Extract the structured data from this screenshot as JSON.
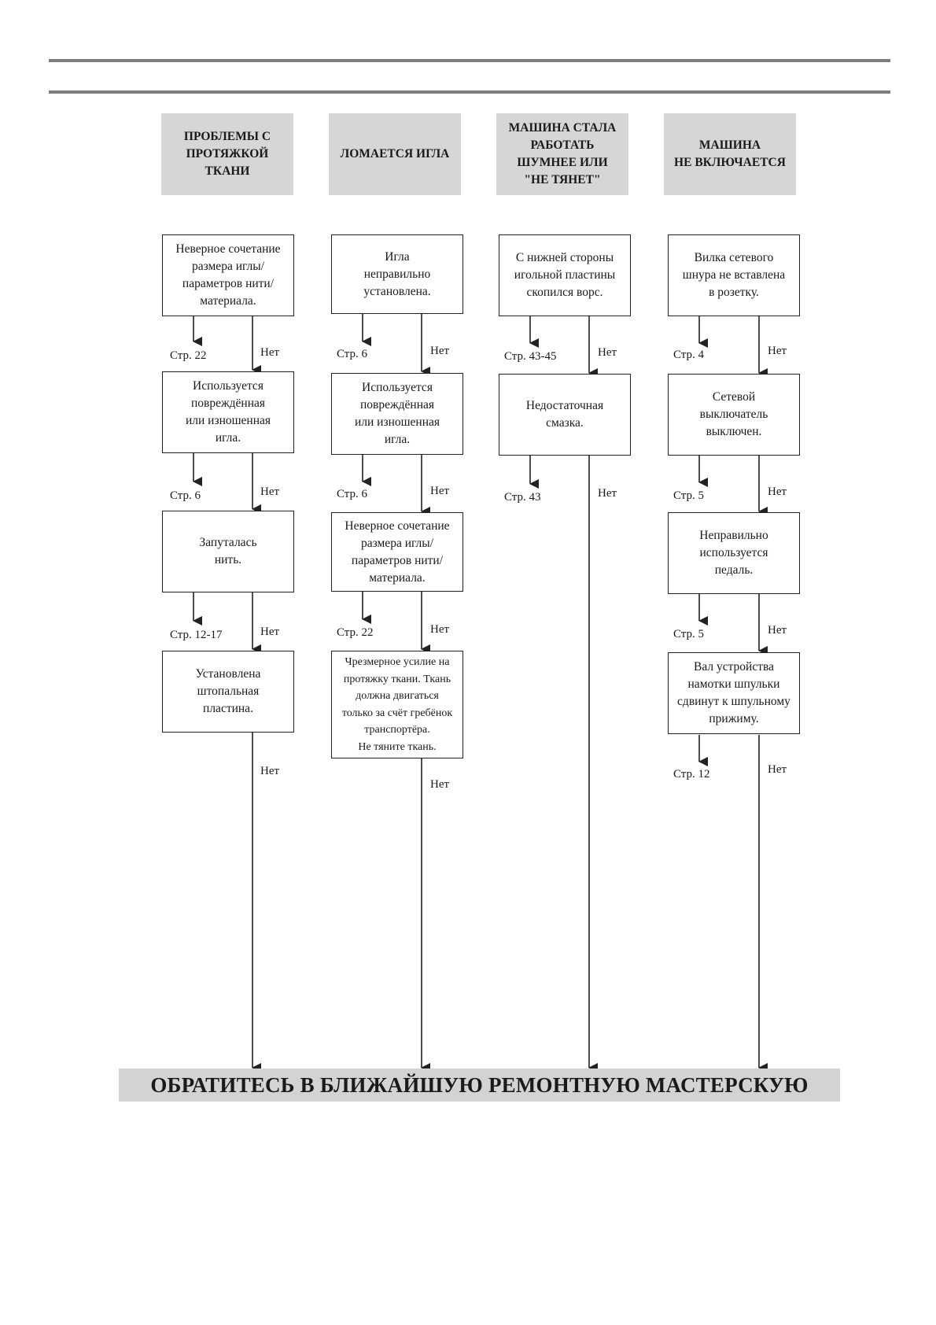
{
  "columns": [
    {
      "header": "ПРОБЛЕМЫ С\nПРОТЯЖКОЙ\nТКАНИ",
      "steps": [
        {
          "text": "Неверное сочетание\nразмера иглы/\nпараметров нити/\nматериала.",
          "page": "Стр. 22",
          "no": "Нет"
        },
        {
          "text": "Используется\nповреждённая\nили изношенная\nигла.",
          "page": "Стр. 6",
          "no": "Нет"
        },
        {
          "text": "Запуталась\nнить.",
          "page": "Стр. 12-17",
          "no": "Нет"
        },
        {
          "text": "Установлена\nштопальная\nпластина.",
          "page": "",
          "no": "Нет"
        }
      ]
    },
    {
      "header": "ЛОМАЕТСЯ ИГЛА",
      "steps": [
        {
          "text": "Игла\nнеправильно\nустановлена.",
          "page": "Стр. 6",
          "no": "Нет"
        },
        {
          "text": "Используется\nповреждённая\nили изношенная\nигла.",
          "page": "Стр. 6",
          "no": "Нет"
        },
        {
          "text": "Неверное сочетание\nразмера иглы/\nпараметров нити/\nматериала.",
          "page": "Стр. 22",
          "no": "Нет"
        },
        {
          "text": "Чрезмерное усилие на\nпротяжку ткани. Ткань\nдолжна двигаться\nтолько за счёт гребёнок\nтранспортёра.\nНе тяните ткань.",
          "page": "",
          "no": "Нет"
        }
      ]
    },
    {
      "header": "МАШИНА СТАЛА\nРАБОТАТЬ\nШУМНЕЕ ИЛИ\n\"НЕ ТЯНЕТ\"",
      "steps": [
        {
          "text": "С нижней стороны\nигольной пластины\nскопился ворс.",
          "page": "Стр. 43-45",
          "no": "Нет"
        },
        {
          "text": "Недостаточная\nсмазка.",
          "page": "Стр. 43",
          "no": "Нет"
        }
      ]
    },
    {
      "header": "МАШИНА\nНЕ ВКЛЮЧАЕТСЯ",
      "steps": [
        {
          "text": "Вилка сетевого\nшнура не вставлена\nв розетку.",
          "page": "Стр. 4",
          "no": "Нет"
        },
        {
          "text": "Сетевой\nвыключатель\nвыключен.",
          "page": "Стр. 5",
          "no": "Нет"
        },
        {
          "text": "Неправильно\nиспользуется\nпедаль.",
          "page": "Стр. 5",
          "no": "Нет"
        },
        {
          "text": "Вал устройства\nнамотки шпульки\nсдвинут к шпульному\nприжиму.",
          "page": "Стр. 12",
          "no": "Нет"
        }
      ]
    }
  ],
  "final": "ОБРАТИТЕСЬ В БЛИЖАЙШУЮ РЕМОНТНУЮ МАСТЕРСКУЮ"
}
